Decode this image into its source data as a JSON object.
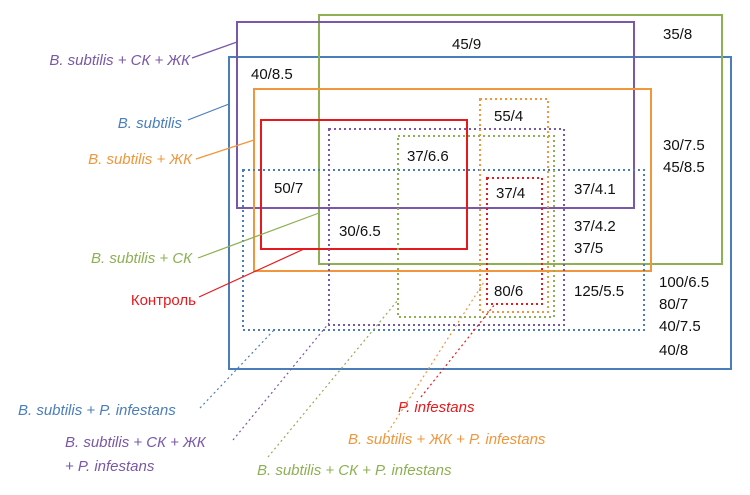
{
  "colors": {
    "blue": "#4a7ebb",
    "purple": "#7a57a8",
    "green": "#8db052",
    "orange": "#f0963c",
    "red": "#e8191c",
    "text": "#111111"
  },
  "values": {
    "v_45_9": "45/9",
    "v_35_8": "35/8",
    "v_40_85": "40/8.5",
    "v_55_4": "55/4",
    "v_30_75": "30/7.5",
    "v_45_85": "45/8.5",
    "v_37_66": "37/6.6",
    "v_50_7": "50/7",
    "v_37_4": "37/4",
    "v_37_41": "37/4.1",
    "v_37_42": "37/4.2",
    "v_37_5": "37/5",
    "v_30_65": "30/6.5",
    "v_80_6": "80/6",
    "v_125_55": "125/5.5",
    "v_100_65": "100/6.5",
    "v_80_7": "80/7",
    "v_40_75": "40/7.5",
    "v_40_8": "40/8"
  },
  "labels": {
    "bs_sk_zhk": "B. subtilis + СК + ЖК",
    "bs": "B. subtilis",
    "bs_zhk": "B. subtilis + ЖК",
    "bs_sk": "B. subtilis + СК",
    "control": "Контроль",
    "bs_pi": "B. subtilis + P. infestans",
    "bs_sk_zhk_pi_1": "B. subtilis + СК + ЖК",
    "bs_sk_zhk_pi_2": "+ P. infestans",
    "pi": "P. infestans",
    "bs_zhk_pi": "B. subtilis + ЖК + P. infestans",
    "bs_sk_pi": "B. subtilis + СК + P. infestans"
  }
}
